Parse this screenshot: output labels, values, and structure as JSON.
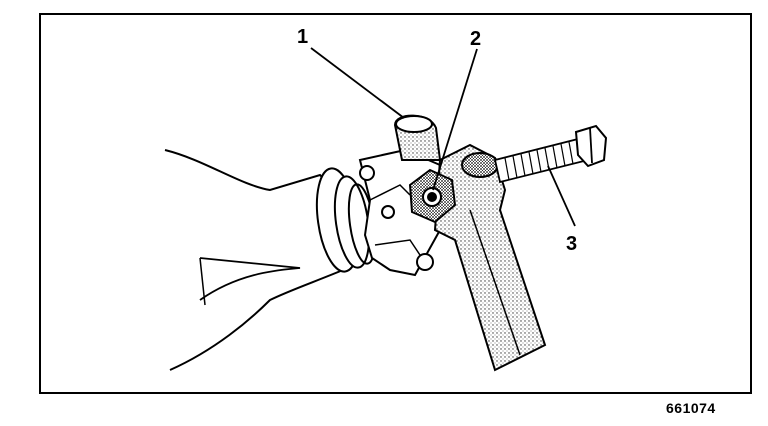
{
  "figure": {
    "callouts": [
      {
        "label": "1"
      },
      {
        "label": "2"
      },
      {
        "label": "3"
      }
    ],
    "figure_number": "661074"
  }
}
